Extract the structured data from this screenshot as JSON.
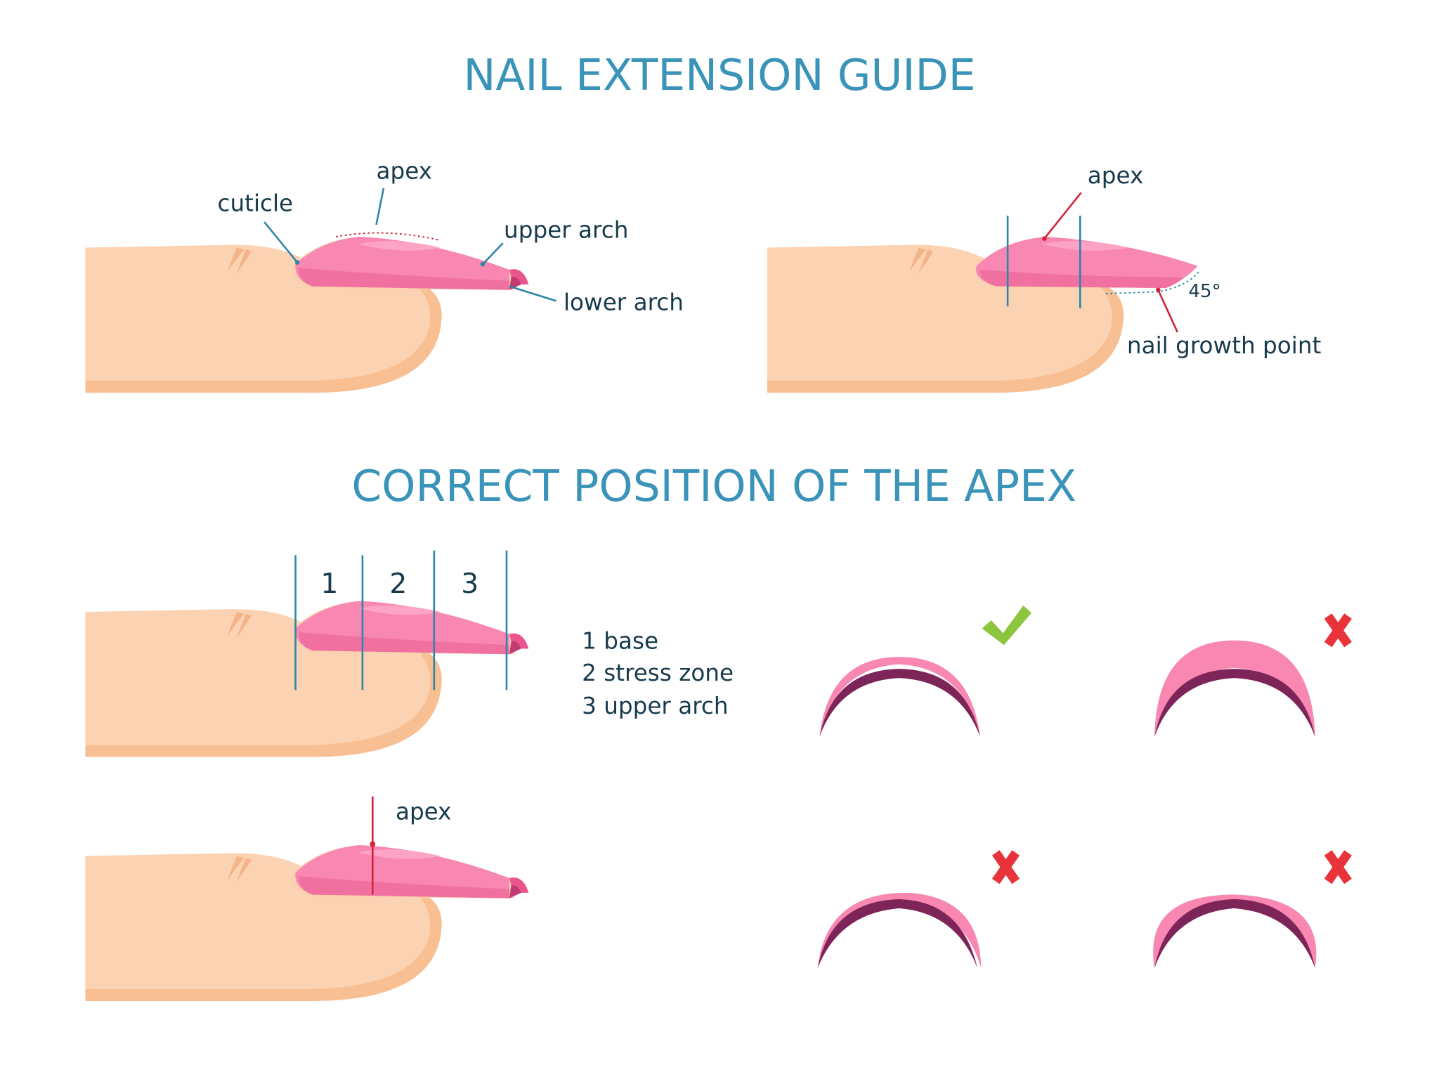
{
  "titles": {
    "main": "NAIL EXTENSION GUIDE",
    "section2": "CORRECT POSITION OF THE APEX"
  },
  "diagram1": {
    "cuticle": "cuticle",
    "apex": "apex",
    "upper_arch": "upper arch",
    "lower_arch": "lower arch"
  },
  "diagram2": {
    "apex": "apex",
    "angle": "45°",
    "growth_point": "nail growth point"
  },
  "diagram3": {
    "zones": [
      "1",
      "2",
      "3"
    ],
    "legend": [
      "1 base",
      "2 stress zone",
      "3 upper arch"
    ]
  },
  "diagram4": {
    "apex": "apex"
  },
  "arches": [
    {
      "verdict": "correct",
      "icon": "check-icon"
    },
    {
      "verdict": "incorrect",
      "icon": "cross-icon"
    },
    {
      "verdict": "incorrect",
      "icon": "cross-icon"
    },
    {
      "verdict": "incorrect",
      "icon": "cross-icon"
    }
  ],
  "colors": {
    "title": "#3a93b8",
    "skin": "#fcd3b2",
    "skin_shadow": "#f8bf93",
    "nail": "#f887b2",
    "nail_dark": "#7d2458",
    "check": "#8cc63f",
    "cross": "#e8333a",
    "leader": "#2e86a8",
    "red_leader": "#d0243a"
  }
}
